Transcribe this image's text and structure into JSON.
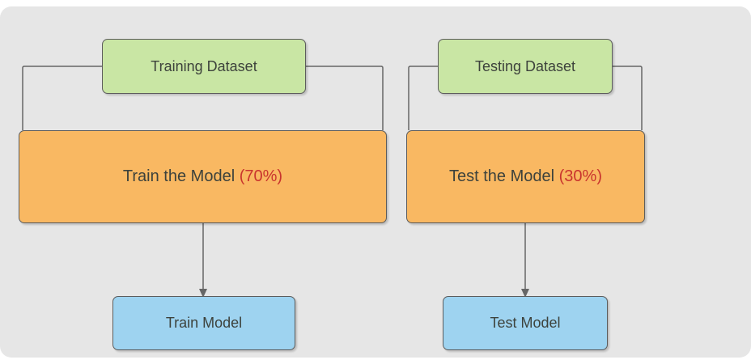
{
  "colors": {
    "page_bg": "#ffffff",
    "canvas_bg": "#e6e6e6",
    "node_border": "#5c5c5c",
    "connector": "#666666",
    "dataset_fill": "#c9e6a4",
    "process_fill": "#f9b862",
    "result_fill": "#9ed3f0",
    "text": "#3d423c",
    "percent_text": "#c9342e"
  },
  "diagram": {
    "columns": [
      {
        "dataset_label": "Training Dataset",
        "process_label": "Train the Model ",
        "process_percent": "(70%)",
        "result_label": "Train Model"
      },
      {
        "dataset_label": "Testing Dataset",
        "process_label": "Test the Model ",
        "process_percent": "(30%)",
        "result_label": "Test Model"
      }
    ]
  }
}
